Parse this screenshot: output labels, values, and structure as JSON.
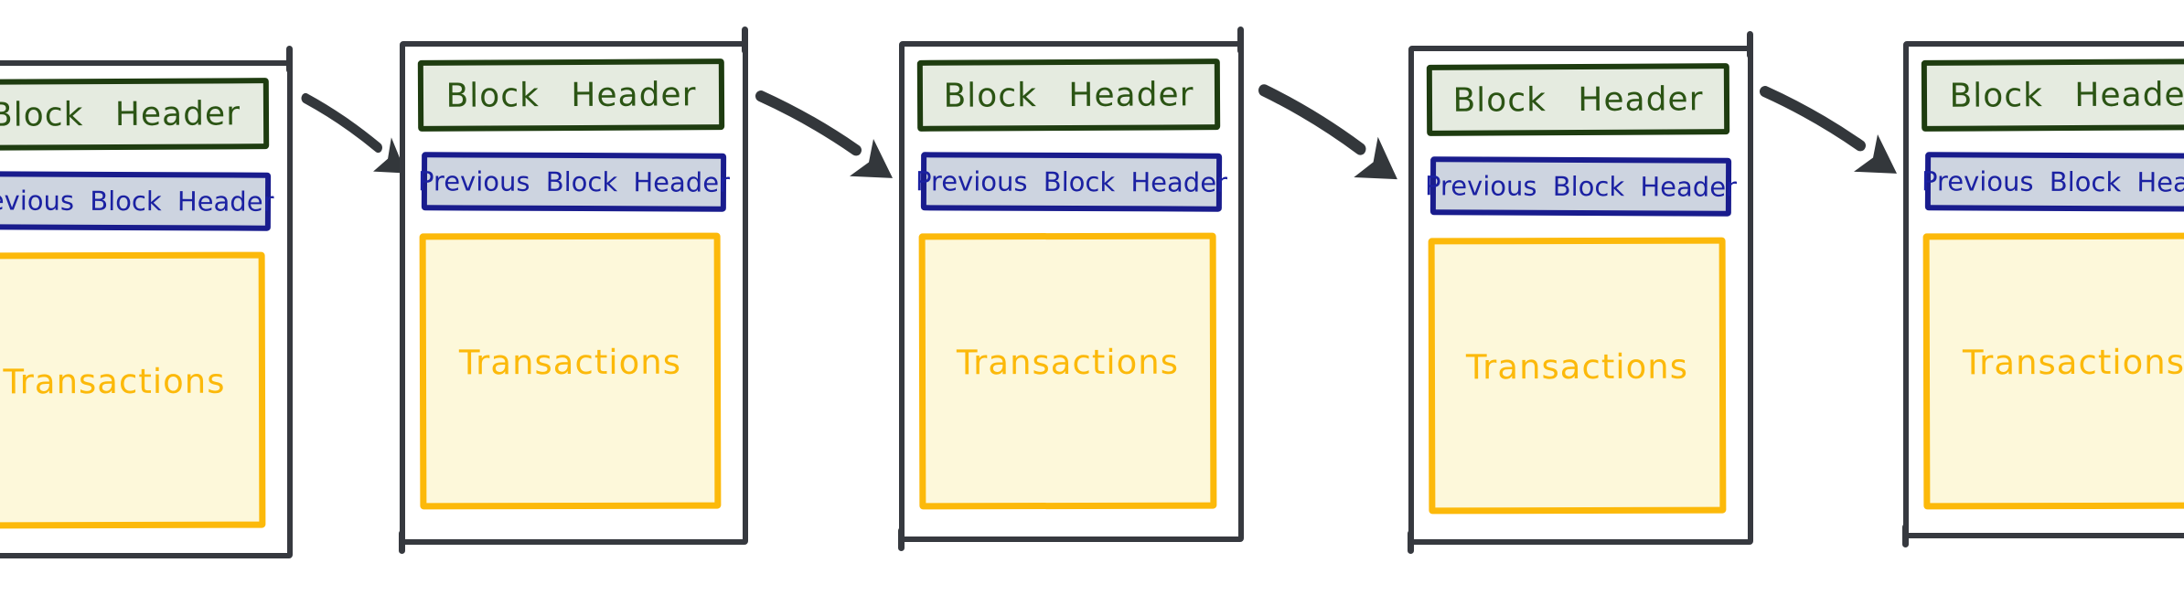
{
  "diagram": {
    "type": "blockchain-chain-of-blocks",
    "background": "#ffffff",
    "colors": {
      "block_border": "#36393f",
      "header_border": "#1e3c10",
      "header_fill": "#e5ebe0",
      "header_text": "#2b5414",
      "prev_border": "#191c8d",
      "prev_fill": "#cdd4e0",
      "prev_text": "#1b21a2",
      "tx_border": "#fcb90a",
      "tx_fill": "#fdf8da",
      "tx_text": "#fcb90a",
      "arrow": "#33373b"
    },
    "blocks": [
      {
        "header_label": "Block Header",
        "prev_label": "Previous Block Header",
        "tx_label": "Transactions"
      },
      {
        "header_label": "Block Header",
        "prev_label": "Previous Block Header",
        "tx_label": "Transactions"
      },
      {
        "header_label": "Block Header",
        "prev_label": "Previous Block Header",
        "tx_label": "Transactions"
      },
      {
        "header_label": "Block Header",
        "prev_label": "Previous Block Header",
        "tx_label": "Transactions"
      },
      {
        "header_label": "Block Header",
        "prev_label": "Previous Block Header",
        "tx_label": "Transactions"
      }
    ],
    "arrows": [
      {
        "from": "block-1-header",
        "to": "block-2-previous-header"
      },
      {
        "from": "block-2-header",
        "to": "block-3-previous-header"
      },
      {
        "from": "block-3-header",
        "to": "block-4-previous-header"
      },
      {
        "from": "block-4-header",
        "to": "block-5-previous-header"
      }
    ]
  }
}
